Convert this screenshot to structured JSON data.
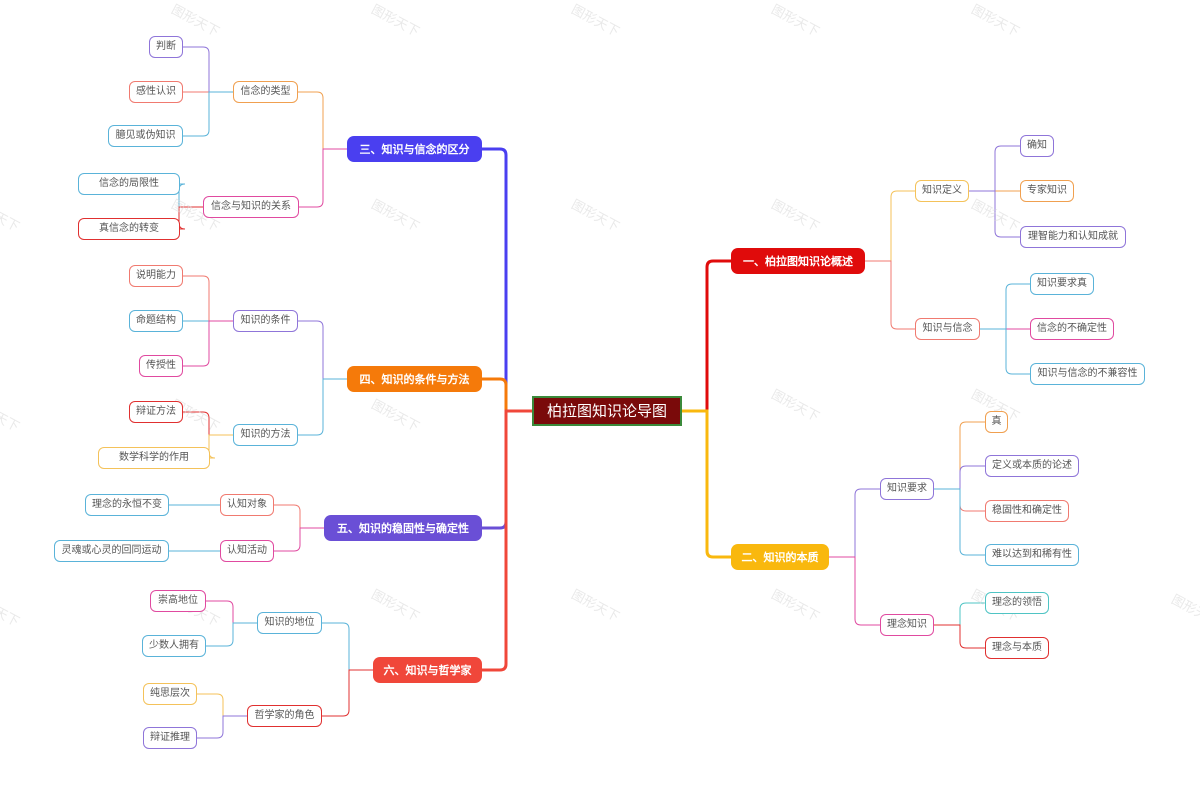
{
  "root": {
    "label": "柏拉图知识论导图"
  },
  "watermark": "图形天下",
  "colors": {
    "red": "#e00b0b",
    "yellow": "#f9b80e",
    "blue": "#4a3ff0",
    "orange": "#f57a0a",
    "purple": "#6a4fd6",
    "coral": "#f0473a"
  },
  "branches": [
    {
      "label": "一、柏拉图知识论概述",
      "color": "#e00b0b",
      "children": [
        {
          "label": "知识定义",
          "color": "#f4c25a",
          "children": [
            {
              "label": "确知",
              "color": "#8f75d9"
            },
            {
              "label": "专家知识",
              "color": "#f0a050"
            },
            {
              "label": "理智能力和认知成就",
              "color": "#8f75d9"
            }
          ]
        },
        {
          "label": "知识与信念",
          "color": "#f07a70",
          "children": [
            {
              "label": "知识要求真",
              "color": "#5ab3d9"
            },
            {
              "label": "信念的不确定性",
              "color": "#e04aa0"
            },
            {
              "label": "知识与信念的不兼容性",
              "color": "#5ab3d9"
            }
          ]
        }
      ]
    },
    {
      "label": "二、知识的本质",
      "color": "#f9b80e",
      "children": [
        {
          "label": "知识要求",
          "color": "#8f75d9",
          "children": [
            {
              "label": "真",
              "color": "#f0a050"
            },
            {
              "label": "定义或本质的论述",
              "color": "#8f75d9"
            },
            {
              "label": "稳固性和确定性",
              "color": "#f07a70"
            },
            {
              "label": "难以达到和稀有性",
              "color": "#5ab3d9"
            }
          ]
        },
        {
          "label": "理念知识",
          "color": "#e04aa0",
          "children": [
            {
              "label": "理念的领悟",
              "color": "#4fc4c4"
            },
            {
              "label": "理念与本质",
              "color": "#e03030"
            }
          ]
        }
      ]
    },
    {
      "label": "三、知识与信念的区分",
      "color": "#4a3ff0",
      "children": [
        {
          "label": "信念的类型",
          "color": "#f0a050",
          "children": [
            {
              "label": "判断",
              "color": "#8f75d9"
            },
            {
              "label": "感性认识",
              "color": "#f07a70"
            },
            {
              "label": "臆见或伪知识",
              "color": "#5ab3d9"
            }
          ]
        },
        {
          "label": "信念与知识的关系",
          "color": "#e04aa0",
          "children": [
            {
              "label": "信念的局限性",
              "color": "#5ab3d9"
            },
            {
              "label": "真信念的转变",
              "color": "#e03030"
            }
          ]
        }
      ]
    },
    {
      "label": "四、知识的条件与方法",
      "color": "#f57a0a",
      "children": [
        {
          "label": "知识的条件",
          "color": "#8f75d9",
          "children": [
            {
              "label": "说明能力",
              "color": "#f07a70"
            },
            {
              "label": "命题结构",
              "color": "#5ab3d9"
            },
            {
              "label": "传授性",
              "color": "#e04aa0"
            }
          ]
        },
        {
          "label": "知识的方法",
          "color": "#5ab3d9",
          "children": [
            {
              "label": "辩证方法",
              "color": "#e03030"
            },
            {
              "label": "数学科学的作用",
              "color": "#f4c25a"
            }
          ]
        }
      ]
    },
    {
      "label": "五、知识的稳固性与确定性",
      "color": "#6a4fd6",
      "children": [
        {
          "label": "认知对象",
          "color": "#f07a70",
          "children": [
            {
              "label": "理念的永恒不变",
              "color": "#5ab3d9"
            }
          ]
        },
        {
          "label": "认知活动",
          "color": "#e04aa0",
          "children": [
            {
              "label": "灵魂或心灵的回同运动",
              "color": "#5ab3d9"
            }
          ]
        }
      ]
    },
    {
      "label": "六、知识与哲学家",
      "color": "#f0473a",
      "children": [
        {
          "label": "知识的地位",
          "color": "#5ab3d9",
          "children": [
            {
              "label": "崇高地位",
              "color": "#e04aa0"
            },
            {
              "label": "少数人拥有",
              "color": "#5ab3d9"
            }
          ]
        },
        {
          "label": "哲学家的角色",
          "color": "#e03030",
          "children": [
            {
              "label": "纯思层次",
              "color": "#f4c25a"
            },
            {
              "label": "辩证推理",
              "color": "#8f75d9"
            }
          ]
        }
      ]
    }
  ]
}
